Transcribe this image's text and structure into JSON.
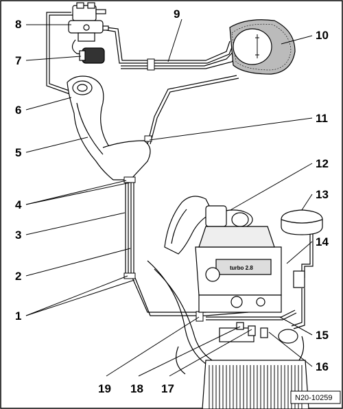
{
  "diagram": {
    "reference_code": "N20-10259",
    "engine_badge": "turbo 2.8",
    "callouts": [
      "1",
      "2",
      "3",
      "4",
      "5",
      "6",
      "7",
      "8",
      "9",
      "10",
      "11",
      "12",
      "13",
      "14",
      "15",
      "16",
      "17",
      "18",
      "19"
    ]
  }
}
